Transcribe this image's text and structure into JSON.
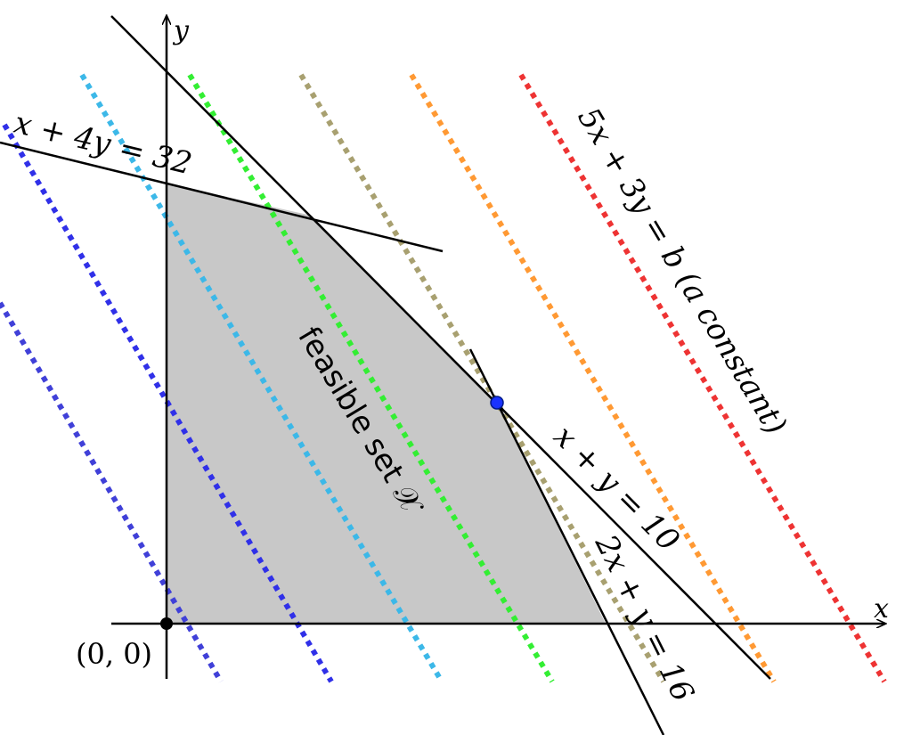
{
  "diagram": {
    "x_axis_label": "x",
    "y_axis_label": "y",
    "origin_label": "(0, 0)",
    "feasible_set_label": "feasible set 𝒳",
    "constraint_1_label": "x + 4y = 32",
    "constraint_2_label": "x + y = 10",
    "constraint_3_label": "2x + y = 16",
    "objective_label": "5x + 3y = b (a constant)",
    "colors": {
      "feasible_fill": "#c8c8c8",
      "optimum_point": "#1a33ff",
      "origin_point": "#000000",
      "level_lines": [
        "#4040d8",
        "#3030e8",
        "#3cb8e8",
        "#33ee33",
        "#a8a070",
        "#ff9933",
        "#ee3333"
      ]
    }
  }
}
